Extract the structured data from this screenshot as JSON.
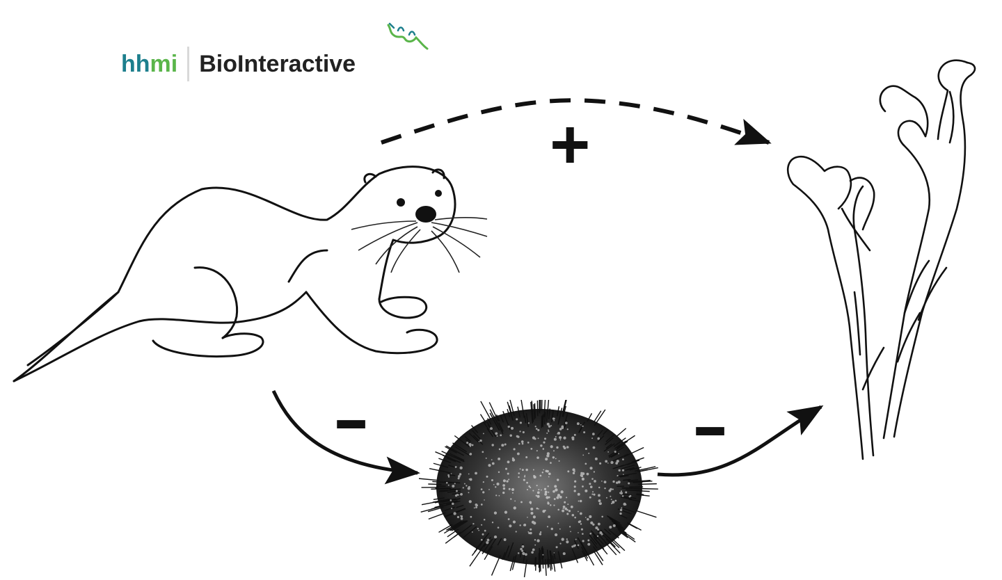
{
  "logo": {
    "brand_part1": "hh",
    "brand_part2": "mi",
    "product": "BioInteractive",
    "colors": {
      "teal": "#1d7f8d",
      "green": "#5ab54a",
      "text": "#222222"
    },
    "icon": "kelp-sprig-icon"
  },
  "diagram": {
    "nodes": [
      {
        "id": "otter",
        "icon": "sea-otter-icon"
      },
      {
        "id": "urchin",
        "icon": "sea-urchin-icon"
      },
      {
        "id": "kelp",
        "icon": "kelp-icon"
      }
    ],
    "edges": [
      {
        "from": "otter",
        "to": "kelp",
        "style": "dashed",
        "sign": "+"
      },
      {
        "from": "otter",
        "to": "urchin",
        "style": "solid",
        "sign": "-"
      },
      {
        "from": "urchin",
        "to": "kelp",
        "style": "solid",
        "sign": "-"
      }
    ]
  }
}
